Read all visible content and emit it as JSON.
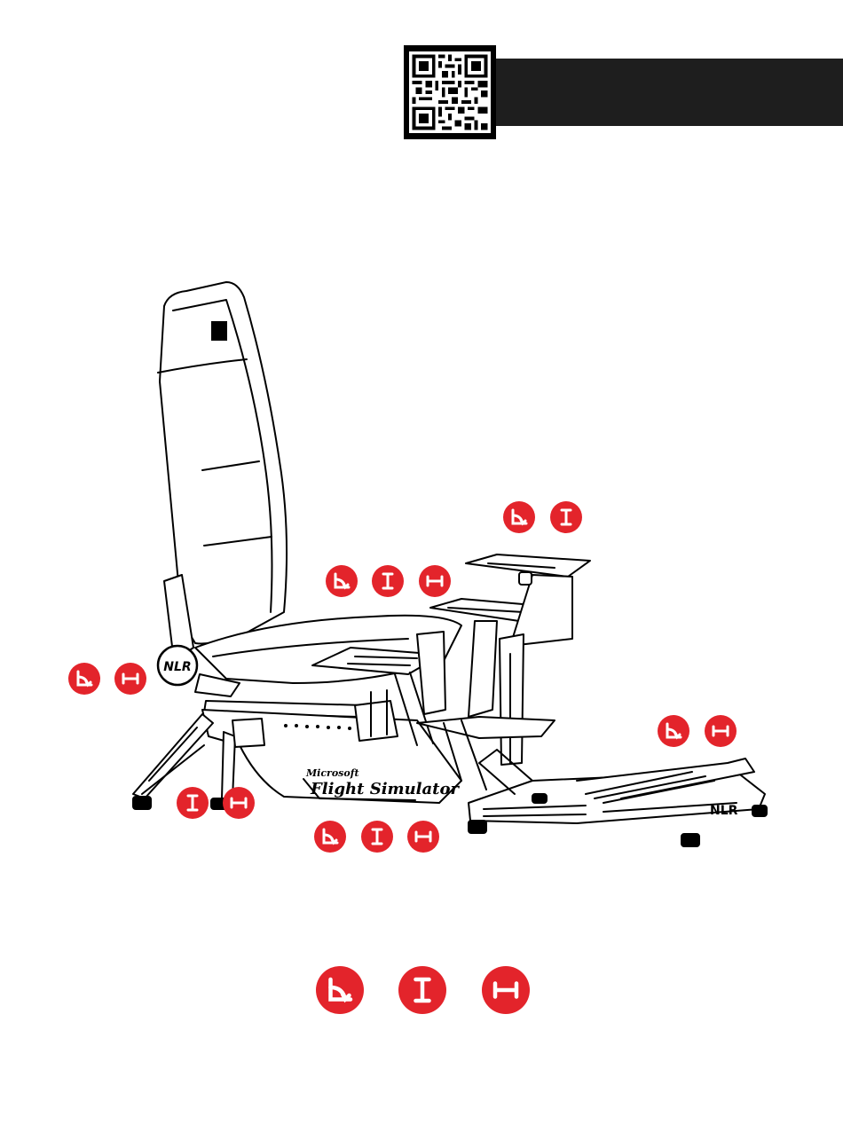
{
  "qr": {
    "icon": "qr-code-icon"
  },
  "seat_branding": {
    "product_small": "Microsoft",
    "product_large": "Flight Simulator",
    "logo": "NLR"
  },
  "badges": {
    "colors": {
      "fill": "#e3242b",
      "glyph": "#ffffff",
      "title_bar": "#1e1e1e"
    },
    "icons": [
      "angle-adjust-icon",
      "height-adjust-icon",
      "width-adjust-icon"
    ],
    "groups": [
      {
        "area": "throttle-mount",
        "icons": [
          "angle-adjust-icon",
          "height-adjust-icon"
        ]
      },
      {
        "area": "side-mount",
        "icons": [
          "angle-adjust-icon",
          "height-adjust-icon",
          "width-adjust-icon"
        ]
      },
      {
        "area": "seat",
        "icons": [
          "angle-adjust-icon",
          "width-adjust-icon"
        ]
      },
      {
        "area": "pedal-plate",
        "icons": [
          "angle-adjust-icon",
          "width-adjust-icon"
        ]
      },
      {
        "area": "frame-base",
        "icons": [
          "height-adjust-icon",
          "width-adjust-icon"
        ]
      },
      {
        "area": "center-mount",
        "icons": [
          "angle-adjust-icon",
          "height-adjust-icon",
          "width-adjust-icon"
        ]
      },
      {
        "area": "legend",
        "icons": [
          "angle-adjust-icon",
          "height-adjust-icon",
          "width-adjust-icon"
        ]
      }
    ]
  }
}
